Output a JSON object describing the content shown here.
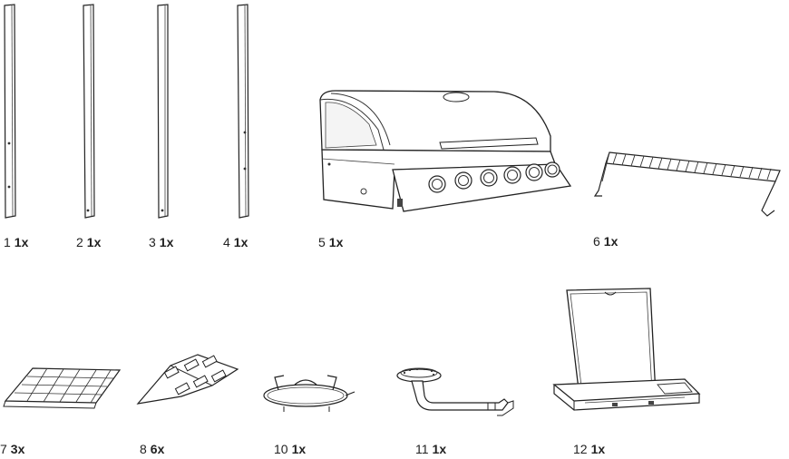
{
  "parts": [
    {
      "id": "p1",
      "icon": "post-leg-1-icon",
      "number": "1",
      "qty": "1x"
    },
    {
      "id": "p2",
      "icon": "post-leg-2-icon",
      "number": "2",
      "qty": "1x"
    },
    {
      "id": "p3",
      "icon": "post-leg-3-icon",
      "number": "3",
      "qty": "1x"
    },
    {
      "id": "p4",
      "icon": "post-leg-4-icon",
      "number": "4",
      "qty": "1x"
    },
    {
      "id": "p5",
      "icon": "grill-head-icon",
      "number": "5",
      "qty": "1x"
    },
    {
      "id": "p6",
      "icon": "warming-rack-icon",
      "number": "6",
      "qty": "1x"
    },
    {
      "id": "p7",
      "icon": "ceramic-briquette-tray-icon",
      "number": "7",
      "qty": "3x"
    },
    {
      "id": "p8",
      "icon": "flame-tamer-icon",
      "number": "8",
      "qty": "6x"
    },
    {
      "id": "p9",
      "icon": "side-burner-grate-icon",
      "number": "10",
      "qty": "1x"
    },
    {
      "id": "p10",
      "icon": "side-burner-tube-icon",
      "number": "11",
      "qty": "1x"
    },
    {
      "id": "p11",
      "icon": "side-burner-housing-icon",
      "number": "12",
      "qty": "1x"
    }
  ]
}
